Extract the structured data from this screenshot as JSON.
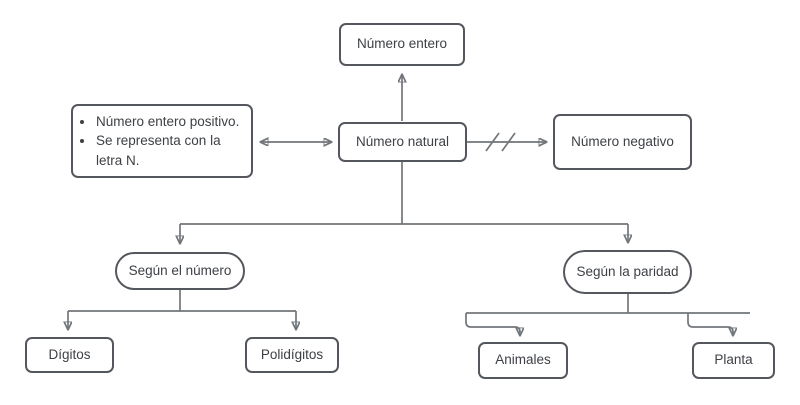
{
  "diagram": {
    "nodes": {
      "entero": {
        "label": "Número entero"
      },
      "natural": {
        "label": "Número natural"
      },
      "negativo": {
        "label": "Número negativo"
      },
      "note": {
        "items": [
          "Número entero positivo.",
          "Se representa con la letra N."
        ]
      },
      "segun_numero": {
        "label": "Según el número"
      },
      "segun_paridad": {
        "label": "Según la paridad"
      },
      "digitos": {
        "label": "Dígitos"
      },
      "polidigitos": {
        "label": "Polidígitos"
      },
      "animales": {
        "label": "Animales"
      },
      "planta": {
        "label": "Planta"
      }
    },
    "connectors": {
      "natural_to_entero": "arrow-up",
      "note_to_natural": "double-arrow",
      "natural_to_negativo": "arrow-right-crossed",
      "natural_to_categories": "split-arrows-down",
      "segun_numero_children": "split-arrows-down",
      "segun_paridad_children": "hooked-arrows-down"
    },
    "colors": {
      "background": "#ffffff",
      "shape_border": "#54585e",
      "connector_line": "#72767a",
      "text": "#3d4045"
    }
  }
}
